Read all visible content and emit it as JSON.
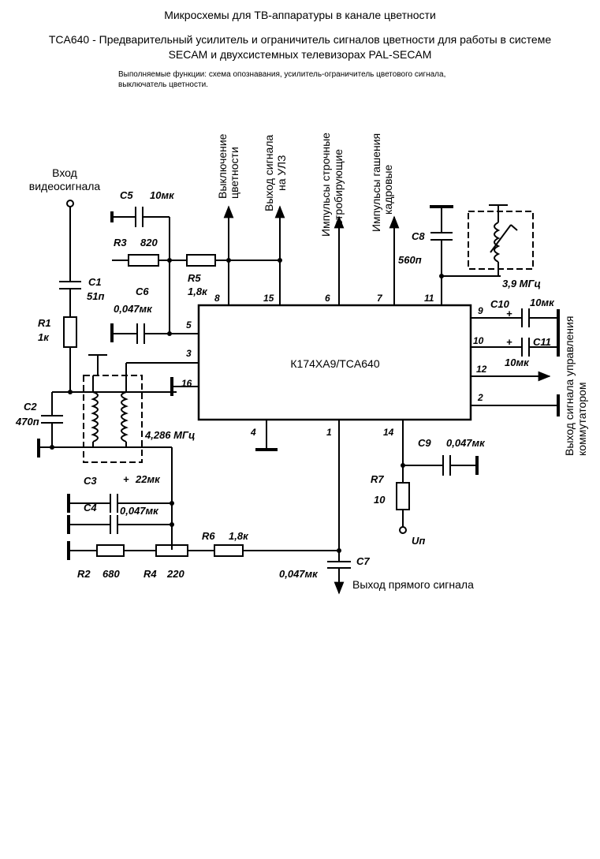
{
  "header": {
    "title": "Микросхемы для ТВ-аппаратуры в канале цветности",
    "subtitle_line1": "TCA640 - Предварительный усилитель и ограничитель сигналов цветности для работы в системе",
    "subtitle_line2": "SECAM и двухсистемных телевизорах PAL-SECAM",
    "functions_line1": "Выполняемые функции:  схема опознавания, усилитель-ограничитель цветового сигнала,",
    "functions_line2": "выключатель цветности."
  },
  "chip": {
    "name": "К174ХА9/TCA640"
  },
  "signals": {
    "input_line1": "Вход",
    "input_line2": "видеосигнала",
    "color_off_line1": "Выключение",
    "color_off_line2": "цветности",
    "uld_out_line1": "Выход сигнала",
    "uld_out_line2": "на УЛЗ",
    "line_strobe_line1": "Импульсы строчные",
    "line_strobe_line2": "стробирующие",
    "frame_blank_line1": "Импульсы гашения",
    "frame_blank_line2": "кадровые",
    "switch_ctrl_line1": "Выход сигнала управления",
    "switch_ctrl_line2": "коммутатором",
    "direct_out": "Выход прямого сигнала",
    "supply": "Uп"
  },
  "components": {
    "c1": "C1",
    "c1_val": "51п",
    "r1": "R1",
    "r1_val": "1к",
    "c2": "C2",
    "c2_val": "470п",
    "c5": "C5",
    "c5_val": "10мк",
    "r3": "R3",
    "r3_val": "820",
    "r5": "R5",
    "r5_val": "1,8к",
    "c6": "C6",
    "c6_val": "0,047мк",
    "coil_freq": "4,286 МГц",
    "c3": "C3",
    "c3_val": "22мк",
    "c4": "C4",
    "c4_val": "0,047мк",
    "r6": "R6",
    "r6_val": "1,8к",
    "r2": "R2",
    "r2_val": "680",
    "r4": "R4",
    "r4_val": "220",
    "c7": "C7",
    "c7_val": "0,047мк",
    "c8": "C8",
    "c8_val": "560п",
    "xtal_freq": "3,9 МГц",
    "c10": "C10",
    "c10_val": "10мк",
    "c11": "C11",
    "c11_val": "10мк",
    "c9": "C9",
    "c9_val": "0,047мк",
    "r7": "R7",
    "r7_val": "10"
  },
  "pins": {
    "p1": "1",
    "p2": "2",
    "p3": "3",
    "p4": "4",
    "p5": "5",
    "p6": "6",
    "p7": "7",
    "p8": "8",
    "p9": "9",
    "p10": "10",
    "p11": "11",
    "p12": "12",
    "p14": "14",
    "p15": "15",
    "p16": "16"
  }
}
